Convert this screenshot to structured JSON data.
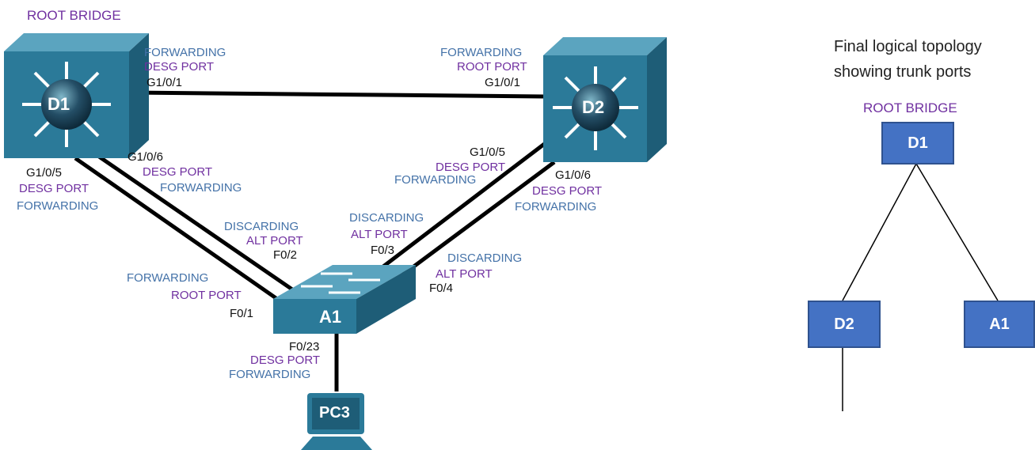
{
  "devices": {
    "d1": {
      "name": "D1",
      "role": "ROOT BRIDGE"
    },
    "d2": {
      "name": "D2"
    },
    "a1": {
      "name": "A1"
    },
    "pc3": {
      "name": "PC3"
    }
  },
  "ports": {
    "d1_g101": {
      "state": "FORWARDING",
      "role": "DESG PORT",
      "port": "G1/0/1"
    },
    "d2_g101": {
      "state": "FORWARDING",
      "role": "ROOT PORT",
      "port": "G1/0/1"
    },
    "d1_g106": {
      "port": "G1/0/6",
      "role": "DESG PORT",
      "state": "FORWARDING"
    },
    "d1_g105": {
      "port": "G1/0/5",
      "role": "DESG PORT",
      "state": "FORWARDING"
    },
    "a1_f02": {
      "state": "DISCARDING",
      "role": "ALT PORT",
      "port": "F0/2"
    },
    "a1_f03": {
      "state": "DISCARDING",
      "role": "ALT PORT",
      "port": "F0/3"
    },
    "d2_g105": {
      "port": "G1/0/5",
      "role": "DESG PORT",
      "state": "FORWARDING"
    },
    "d2_g106": {
      "port": "G1/0/6",
      "role": "DESG PORT",
      "state": "FORWARDING"
    },
    "a1_f04": {
      "state": "DISCARDING",
      "role": "ALT PORT",
      "port": "F0/4"
    },
    "a1_f01": {
      "state": "FORWARDING",
      "role": "ROOT PORT",
      "port": "F0/1"
    },
    "a1_f023": {
      "port": "F0/23",
      "role": "DESG PORT",
      "state": "FORWARDING"
    }
  },
  "logical": {
    "title_line1": "Final logical topology",
    "title_line2": "showing trunk ports",
    "root_label": "ROOT BRIDGE",
    "root": "D1",
    "left": "D2",
    "right": "A1"
  },
  "colors": {
    "state": "#4472A8",
    "role": "#7030A0",
    "device": "#1F6E8C",
    "box": "#4472C4"
  }
}
